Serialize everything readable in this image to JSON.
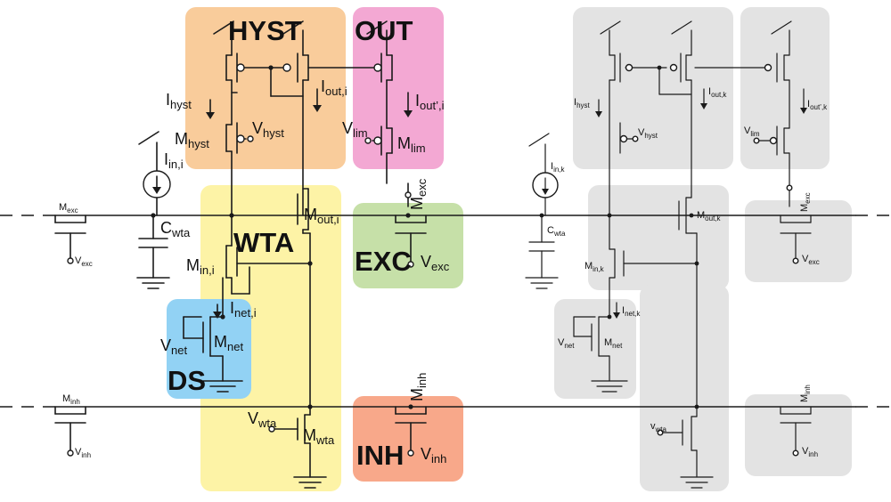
{
  "blocks": {
    "hyst": "HYST",
    "out": "OUT",
    "wta": "WTA",
    "exc": "EXC",
    "ds": "DS",
    "inh": "INH"
  },
  "colors": {
    "hyst": "#f9cc9b",
    "out": "#f3a8d3",
    "wta": "#fdf3a6",
    "exc": "#c6e0a8",
    "ds": "#92d2f4",
    "inh": "#f8a88a",
    "gray": "#e3e3e3"
  },
  "labels_i": {
    "i_hyst": [
      "I",
      "hyst"
    ],
    "i_out": [
      "I",
      "out,i"
    ],
    "i_out_prime": [
      "I",
      "out’,i"
    ],
    "m_hyst": [
      "M",
      "hyst"
    ],
    "v_hyst": [
      "V",
      "hyst"
    ],
    "v_lim": [
      "V",
      "lim"
    ],
    "m_lim": [
      "M",
      "lim"
    ],
    "i_in": [
      "I",
      "in,i"
    ],
    "c_wta": [
      "C",
      "wta"
    ],
    "m_out": [
      "M",
      "out,i"
    ],
    "m_exc": [
      "M",
      "exc"
    ],
    "v_exc": [
      "V",
      "exc"
    ],
    "m_in": [
      "M",
      "in,i"
    ],
    "i_net": [
      "I",
      "net,i"
    ],
    "v_net": [
      "V",
      "net"
    ],
    "m_net": [
      "M",
      "net"
    ],
    "v_wta": [
      "V",
      "wta"
    ],
    "m_wta": [
      "M",
      "wta"
    ],
    "m_inh": [
      "M",
      "inh"
    ],
    "v_inh": [
      "V",
      "inh"
    ],
    "m_exc_left": [
      "M",
      "exc"
    ],
    "v_exc_left": [
      "V",
      "exc"
    ],
    "m_inh_left": [
      "M",
      "inh"
    ],
    "v_inh_left": [
      "V",
      "inh"
    ]
  },
  "labels_k": {
    "i_hyst": [
      "I",
      "hyst"
    ],
    "i_out": [
      "I",
      "out,k"
    ],
    "i_out_prime": [
      "I",
      "out’,k"
    ],
    "v_hyst": [
      "V",
      "hyst"
    ],
    "v_lim": [
      "V",
      "lim"
    ],
    "i_in": [
      "I",
      "in,k"
    ],
    "c_wta": [
      "C",
      "wta"
    ],
    "m_out": [
      "M",
      "out,k"
    ],
    "m_exc": [
      "M",
      "exc"
    ],
    "v_exc": [
      "V",
      "exc"
    ],
    "m_in": [
      "M",
      "in,k"
    ],
    "i_net": [
      "I",
      "net,k"
    ],
    "v_net": [
      "V",
      "net"
    ],
    "m_net": [
      "M",
      "net"
    ],
    "v_wta": [
      "v",
      "wta"
    ],
    "m_inh": [
      "M",
      "inh"
    ],
    "v_inh": [
      "V",
      "inh"
    ]
  }
}
